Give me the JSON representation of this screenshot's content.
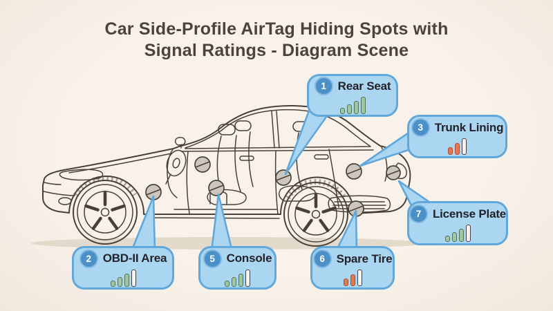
{
  "title": {
    "line1": "Car Side-Profile AirTag Hiding Spots with",
    "line2": "Signal Ratings - Diagram Scene"
  },
  "callouts": [
    {
      "id": "rear-seat",
      "number": "1",
      "label": "Rear Seat",
      "signal": {
        "total": 4,
        "filled": 4,
        "palette": "green"
      }
    },
    {
      "id": "obd-area",
      "number": "2",
      "label": "OBD-II Area",
      "signal": {
        "total": 4,
        "filled": 3,
        "palette": "green"
      }
    },
    {
      "id": "trunk-lining",
      "number": "3",
      "label": "Trunk Lining",
      "signal": {
        "total": 3,
        "filled": 2,
        "palette": "orange"
      }
    },
    {
      "id": "console",
      "number": "5",
      "label": "Console",
      "signal": {
        "total": 4,
        "filled": 3,
        "palette": "green"
      }
    },
    {
      "id": "spare-tire",
      "number": "6",
      "label": "Spare Tire",
      "signal": {
        "total": 3,
        "filled": 2,
        "palette": "orange"
      }
    },
    {
      "id": "license-plate",
      "number": "7",
      "label": "License Plate",
      "signal": {
        "total": 4,
        "filled": 3,
        "palette": "green"
      }
    }
  ],
  "signal_palettes": {
    "green": {
      "fill": "#9fc5a1",
      "stroke": "#4f7259"
    },
    "orange": {
      "fill": "#e1794f",
      "stroke": "#b04a32"
    },
    "empty": {
      "fill": "#f8f4ec",
      "stroke": "#403e44"
    }
  },
  "colors": {
    "background": "#f6efe7",
    "bubble_fill": "#abd6f2",
    "bubble_border": "#62a7da",
    "badge_fill": "#4b90c7",
    "title_text": "#4b443e",
    "line_art": "#474039"
  },
  "marker_count": 7
}
